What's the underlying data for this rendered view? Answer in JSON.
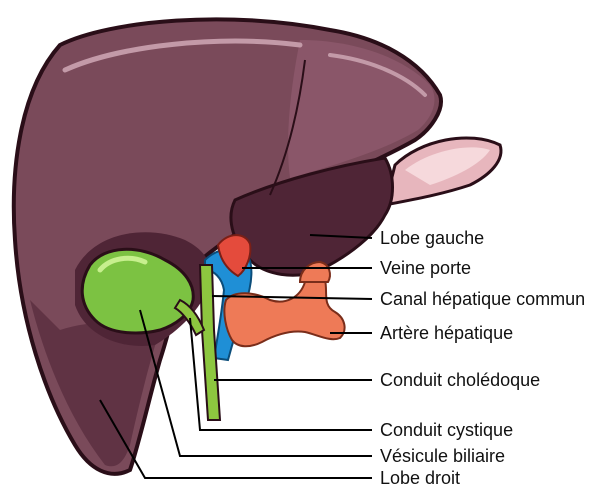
{
  "labels": {
    "lobe_gauche": "Lobe gauche",
    "veine_porte": "Veine porte",
    "canal_hepatique_commun": "Canal hépatique commun",
    "artere_hepatique": "Artère hépatique",
    "conduit_choledoque": "Conduit cholédoque",
    "conduit_cystique": "Conduit cystique",
    "vesicule_biliaire": "Vésicule biliaire",
    "lobe_droit": "Lobe droit"
  },
  "colors": {
    "liver": "#7a4a5a",
    "liver_dark": "#4f2536",
    "liver_highlight": "#c39aa8",
    "stomach": "#e7b6bd",
    "gallbladder": "#7cc242",
    "bile_duct": "#8dc63f",
    "portal_vein": "#1f8fd6",
    "hepatic_artery": "#ee7a57",
    "vena_cava": "#e44b3c",
    "outline": "#2a0e18"
  }
}
